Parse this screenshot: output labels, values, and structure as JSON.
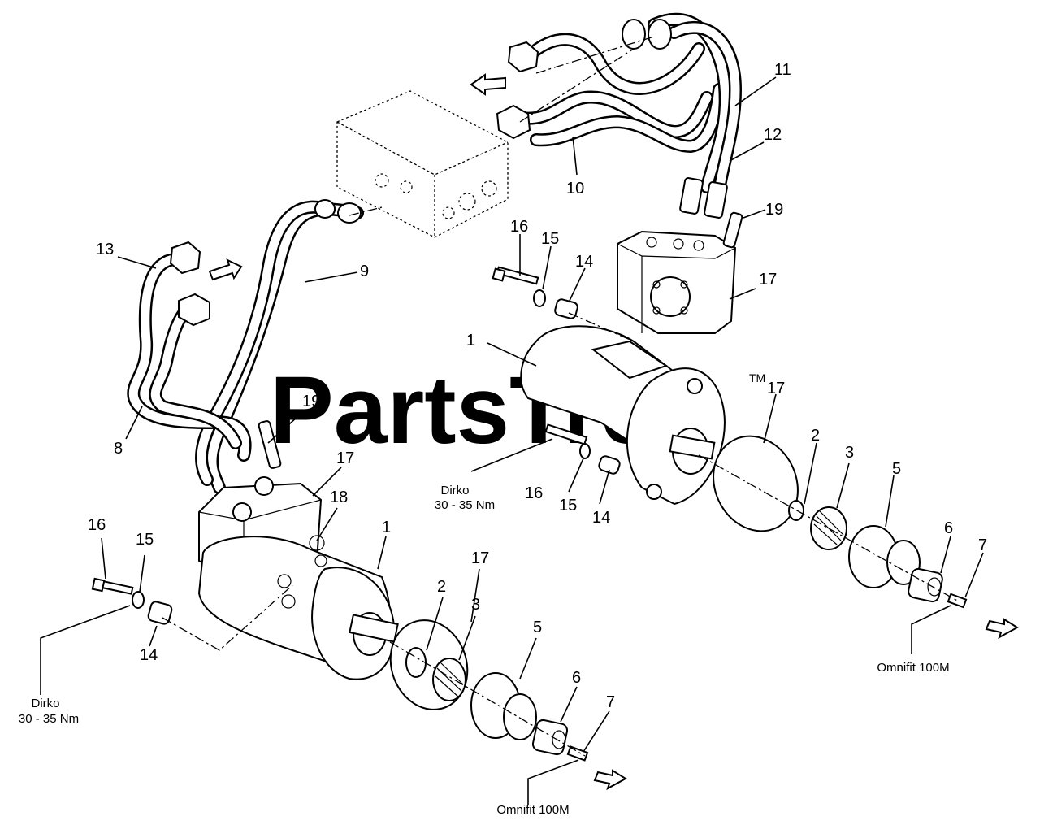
{
  "watermark": {
    "text": "PartsTree",
    "trademark": "TM"
  },
  "callouts": {
    "c1_top": "1",
    "c1_bottom": "1",
    "c2_top": "2",
    "c2_bottom": "2",
    "c3_top": "3",
    "c3_bottom": "3",
    "c5_top": "5",
    "c5_bottom": "5",
    "c6_top": "6",
    "c6_bottom": "6",
    "c7_top": "7",
    "c7_bottom": "7",
    "c8": "8",
    "c9": "9",
    "c10": "10",
    "c11": "11",
    "c12": "12",
    "c13": "13",
    "c14_top": "14",
    "c14_mid": "14",
    "c14_left": "14",
    "c15_top": "15",
    "c15_mid": "15",
    "c15_left": "15",
    "c16_top": "16",
    "c16_mid": "16",
    "c16_left": "16",
    "c17_topmotor": "17",
    "c17_oring_top": "17",
    "c17_leftmotor": "17",
    "c17_oring_bottom": "17",
    "c18": "18",
    "c19_top": "19",
    "c19_left": "19"
  },
  "notes": {
    "dirko_mid": {
      "line1": "Dirko",
      "line2": "30 - 35 Nm"
    },
    "dirko_left": {
      "line1": "Dirko",
      "line2": "30 - 35 Nm"
    },
    "omnifit_right": "Omnifit 100M",
    "omnifit_bottom": "Omnifit 100M"
  }
}
